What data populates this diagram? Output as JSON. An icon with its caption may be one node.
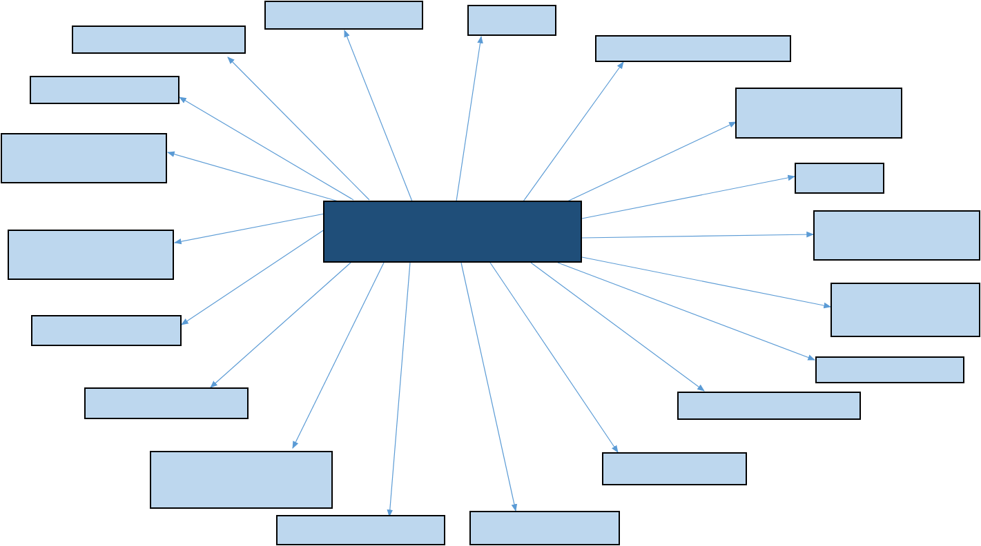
{
  "diagram": {
    "nodes": [
      {
        "text": [],
        "shape": "box"
      },
      {
        "text": [],
        "shape": "box"
      },
      {
        "text": [],
        "shape": "box"
      },
      {
        "text": [],
        "shape": "box"
      },
      {
        "text": [],
        "shape": "box"
      },
      {
        "text": [],
        "shape": "box"
      },
      {
        "text": [],
        "shape": "box"
      },
      {
        "text": [],
        "shape": "box"
      },
      {
        "text": [],
        "shape": "box"
      },
      {
        "text": [],
        "shape": "box"
      },
      {
        "text": [],
        "shape": "box"
      },
      {
        "text": [],
        "shape": "box"
      },
      {
        "text": [],
        "shape": "box"
      },
      {
        "text": [],
        "shape": "box"
      },
      {
        "text": [],
        "shape": "box"
      },
      {
        "text": [],
        "shape": "box"
      },
      {
        "text": [],
        "shape": "box"
      },
      {
        "text": [],
        "shape": "box"
      },
      {
        "text": [],
        "shape": "box"
      },
      {
        "text": [],
        "shape": "box"
      }
    ],
    "edges": [
      {
        "from": 8,
        "to": 0,
        "arrow": "to"
      },
      {
        "from": 8,
        "to": 1,
        "arrow": "to"
      },
      {
        "from": 8,
        "to": 2,
        "arrow": "to"
      },
      {
        "from": 8,
        "to": 3,
        "arrow": "to"
      },
      {
        "from": 8,
        "to": 4,
        "arrow": "to"
      },
      {
        "from": 8,
        "to": 5,
        "arrow": "to"
      },
      {
        "from": 8,
        "to": 6,
        "arrow": "to"
      },
      {
        "from": 8,
        "to": 7,
        "arrow": "to"
      },
      {
        "from": 8,
        "to": 9,
        "arrow": "to"
      },
      {
        "from": 8,
        "to": 10,
        "arrow": "to"
      },
      {
        "from": 8,
        "to": 11,
        "arrow": "to"
      },
      {
        "from": 8,
        "to": 12,
        "arrow": "to"
      },
      {
        "from": 8,
        "to": 13,
        "arrow": "to"
      },
      {
        "from": 8,
        "to": 14,
        "arrow": "to"
      },
      {
        "from": 8,
        "to": 15,
        "arrow": "to"
      },
      {
        "from": 8,
        "to": 16,
        "arrow": "to"
      },
      {
        "from": 8,
        "to": 17,
        "arrow": "to"
      },
      {
        "from": 8,
        "to": 18,
        "arrow": "to"
      },
      {
        "from": 8,
        "to": 19,
        "arrow": "to"
      }
    ]
  }
}
